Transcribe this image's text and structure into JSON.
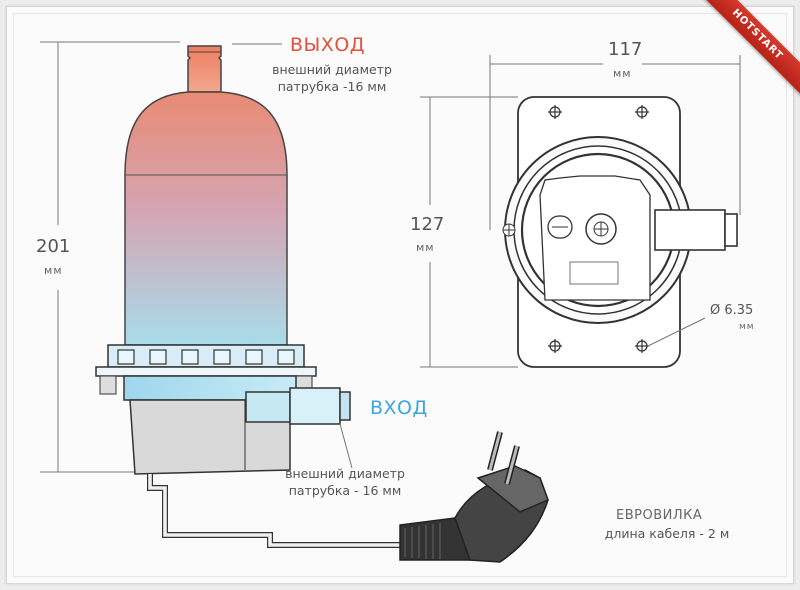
{
  "outlet": {
    "title": "ВЫХОД",
    "desc_line1": "внешний диаметр",
    "desc_line2": "патрубка -16 мм"
  },
  "inlet": {
    "title": "ВХОД",
    "desc_line1": "внешний диаметр",
    "desc_line2": "патрубка - 16 мм"
  },
  "dims": {
    "height": {
      "value": "201",
      "unit": "мм"
    },
    "width_top": {
      "value": "117",
      "unit": "мм"
    },
    "depth": {
      "value": "127",
      "unit": "мм"
    },
    "hole": {
      "value": "Ø 6.35",
      "unit": "мм"
    }
  },
  "plug": {
    "title": "ЕВРОВИЛКА",
    "desc": "длина кабеля - 2 м"
  },
  "brand": {
    "ribbon": "HOTSTART",
    "color": "#c62a1f"
  },
  "colors": {
    "outlet_accent": "#e0523c",
    "inlet_accent": "#3da5dc"
  }
}
